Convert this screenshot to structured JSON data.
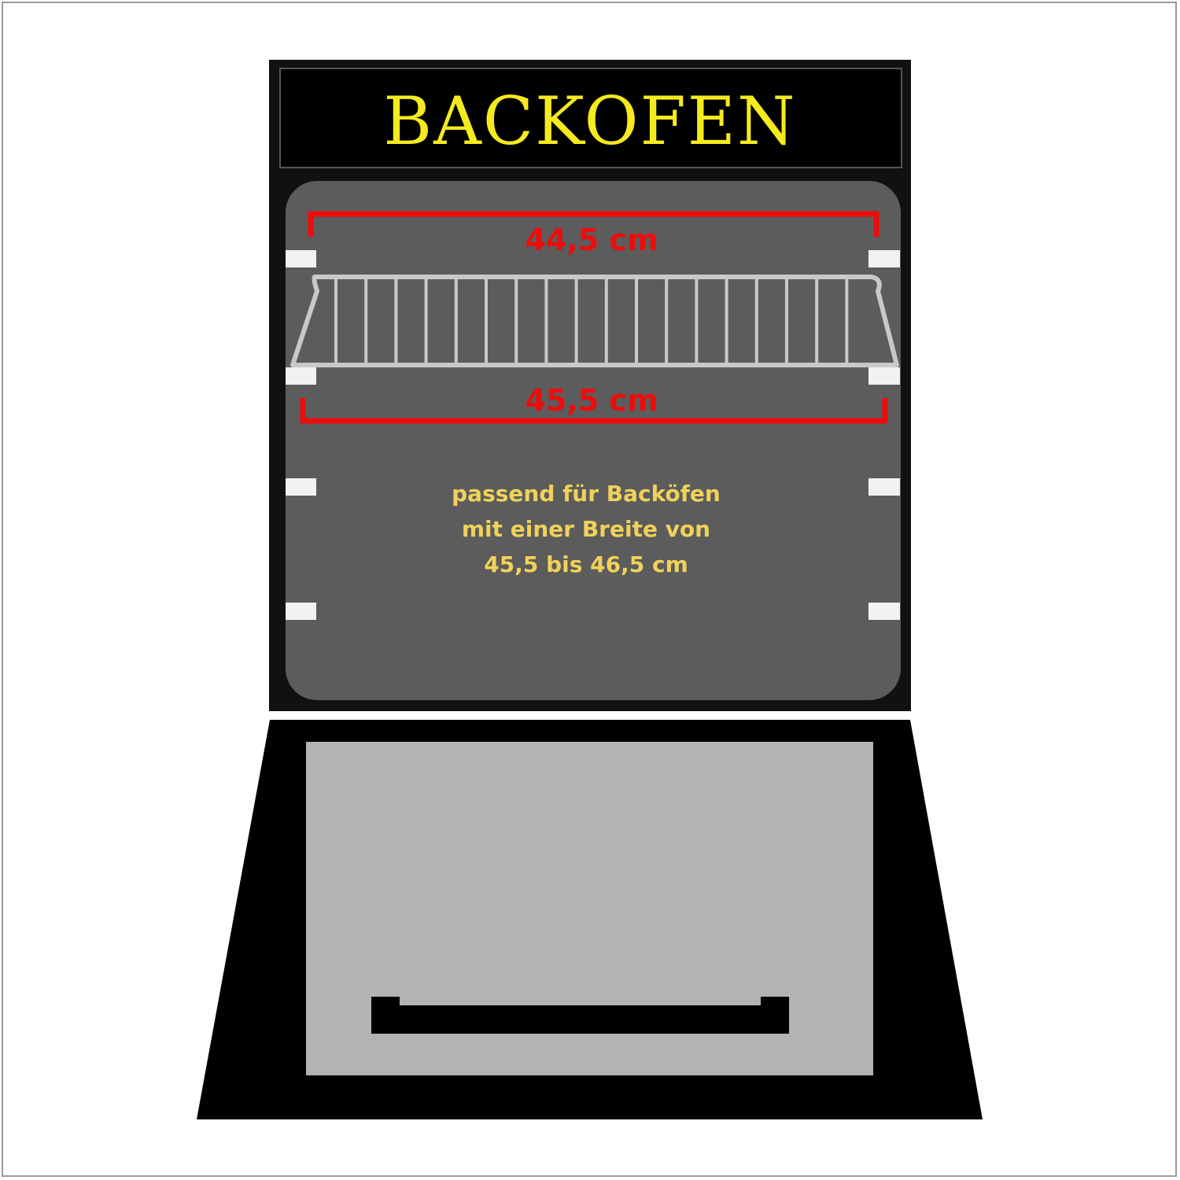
{
  "title": "BACKOFEN",
  "measurements": {
    "rack_width": "44,5 cm",
    "oven_width": "45,5 cm"
  },
  "note": {
    "line1": "passend für Backöfen",
    "line2": "mit einer Breite von",
    "line3": "45,5 bis 46,5 cm"
  },
  "colors": {
    "title_yellow": "#f5ea1e",
    "note_yellow": "#f0d25a",
    "measure_red": "#ee0c0c",
    "oven_black": "#111111",
    "cavity_gray": "#5c5c5c",
    "door_gray": "#b3b3b3",
    "rack_gray": "#c9c9c9"
  }
}
